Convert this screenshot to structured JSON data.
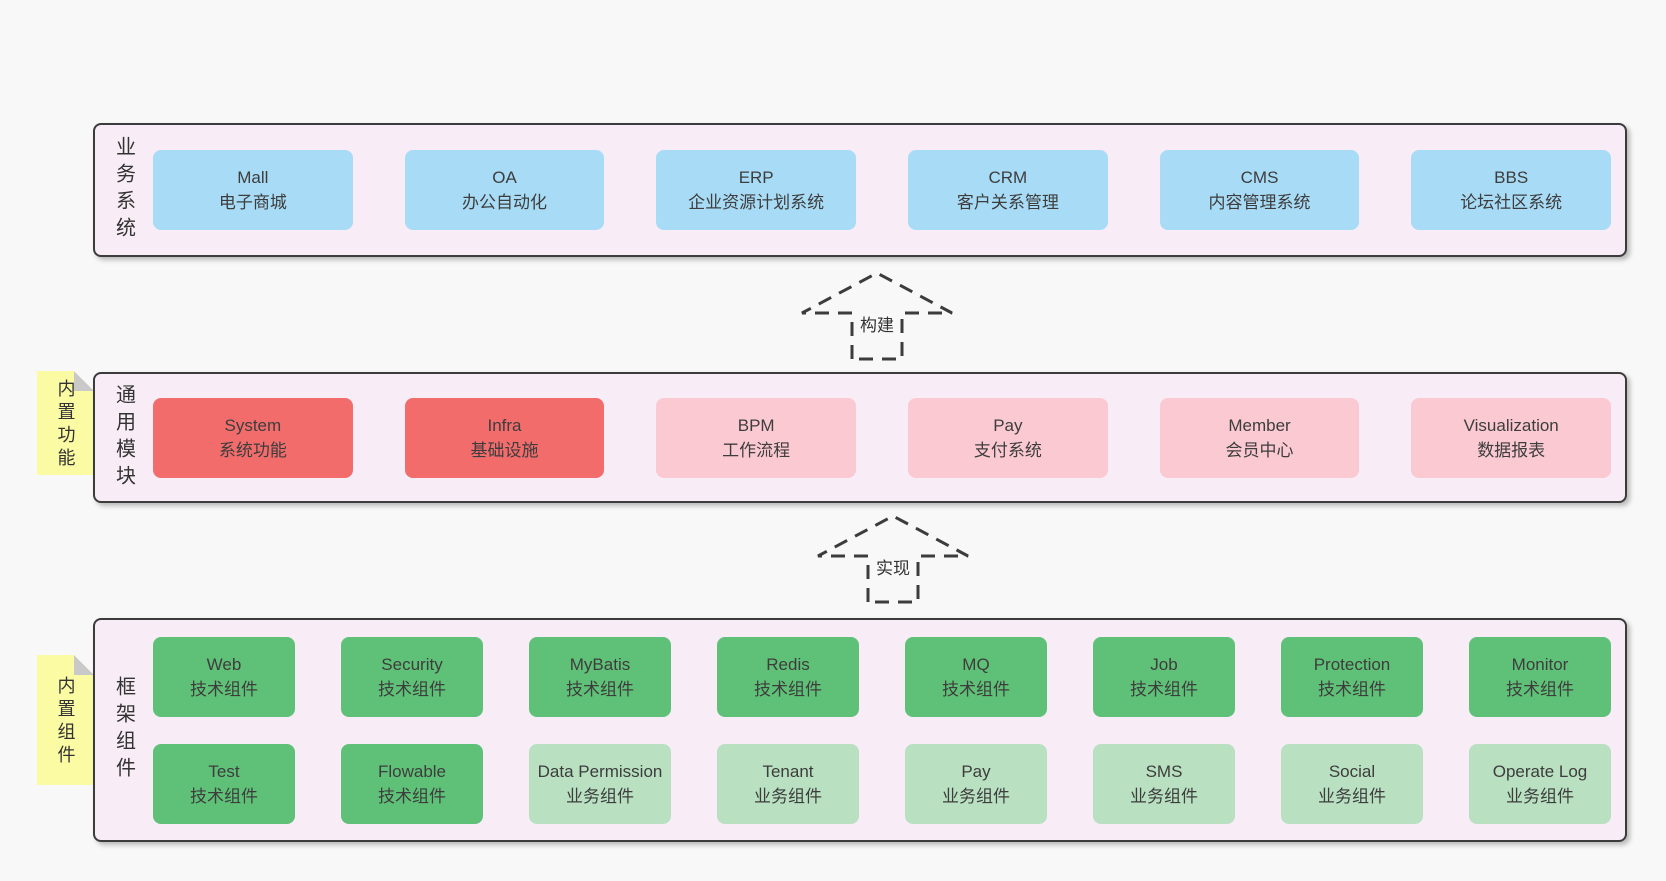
{
  "colors": {
    "page_bg": "#f8f8f8",
    "panel_bg": "#f8edf7",
    "panel_border": "#3c3c3c",
    "blue": "#a8dbf5",
    "red": "#f26c6c",
    "pink": "#fbc9d1",
    "green_dark": "#5fc177",
    "green_light": "#b8e0c1",
    "note_yellow": "#fbfba4",
    "note_fold": "#c9c9c9",
    "text": "#3d3d3d"
  },
  "arrows": [
    {
      "label": "构建"
    },
    {
      "label": "实现"
    }
  ],
  "layers": [
    {
      "label": "业务系统",
      "boxes": [
        {
          "name": "Mall",
          "desc": "电子商城",
          "type": "blue"
        },
        {
          "name": "OA",
          "desc": "办公自动化",
          "type": "blue"
        },
        {
          "name": "ERP",
          "desc": "企业资源计划系统",
          "type": "blue"
        },
        {
          "name": "CRM",
          "desc": "客户关系管理",
          "type": "blue"
        },
        {
          "name": "CMS",
          "desc": "内容管理系统",
          "type": "blue"
        },
        {
          "name": "BBS",
          "desc": "论坛社区系统",
          "type": "blue"
        }
      ]
    },
    {
      "label": "通用模块",
      "note": "内置功能",
      "boxes": [
        {
          "name": "System",
          "desc": "系统功能",
          "type": "red"
        },
        {
          "name": "Infra",
          "desc": "基础设施",
          "type": "red"
        },
        {
          "name": "BPM",
          "desc": "工作流程",
          "type": "pink"
        },
        {
          "name": "Pay",
          "desc": "支付系统",
          "type": "pink"
        },
        {
          "name": "Member",
          "desc": "会员中心",
          "type": "pink"
        },
        {
          "name": "Visualization",
          "desc": "数据报表",
          "type": "pink"
        }
      ]
    },
    {
      "label": "框架组件",
      "note": "内置组件",
      "boxes": [
        {
          "name": "Web",
          "desc": "技术组件",
          "type": "green-dark"
        },
        {
          "name": "Security",
          "desc": "技术组件",
          "type": "green-dark"
        },
        {
          "name": "MyBatis",
          "desc": "技术组件",
          "type": "green-dark"
        },
        {
          "name": "Redis",
          "desc": "技术组件",
          "type": "green-dark"
        },
        {
          "name": "MQ",
          "desc": "技术组件",
          "type": "green-dark"
        },
        {
          "name": "Job",
          "desc": "技术组件",
          "type": "green-dark"
        },
        {
          "name": "Protection",
          "desc": "技术组件",
          "type": "green-dark"
        },
        {
          "name": "Monitor",
          "desc": "技术组件",
          "type": "green-dark"
        },
        {
          "name": "Test",
          "desc": "技术组件",
          "type": "green-dark"
        },
        {
          "name": "Flowable",
          "desc": "技术组件",
          "type": "green-dark"
        },
        {
          "name": "Data Permission",
          "desc": "业务组件",
          "type": "green-light"
        },
        {
          "name": "Tenant",
          "desc": "业务组件",
          "type": "green-light"
        },
        {
          "name": "Pay",
          "desc": "业务组件",
          "type": "green-light"
        },
        {
          "name": "SMS",
          "desc": "业务组件",
          "type": "green-light"
        },
        {
          "name": "Social",
          "desc": "业务组件",
          "type": "green-light"
        },
        {
          "name": "Operate Log",
          "desc": "业务组件",
          "type": "green-light"
        }
      ]
    }
  ]
}
